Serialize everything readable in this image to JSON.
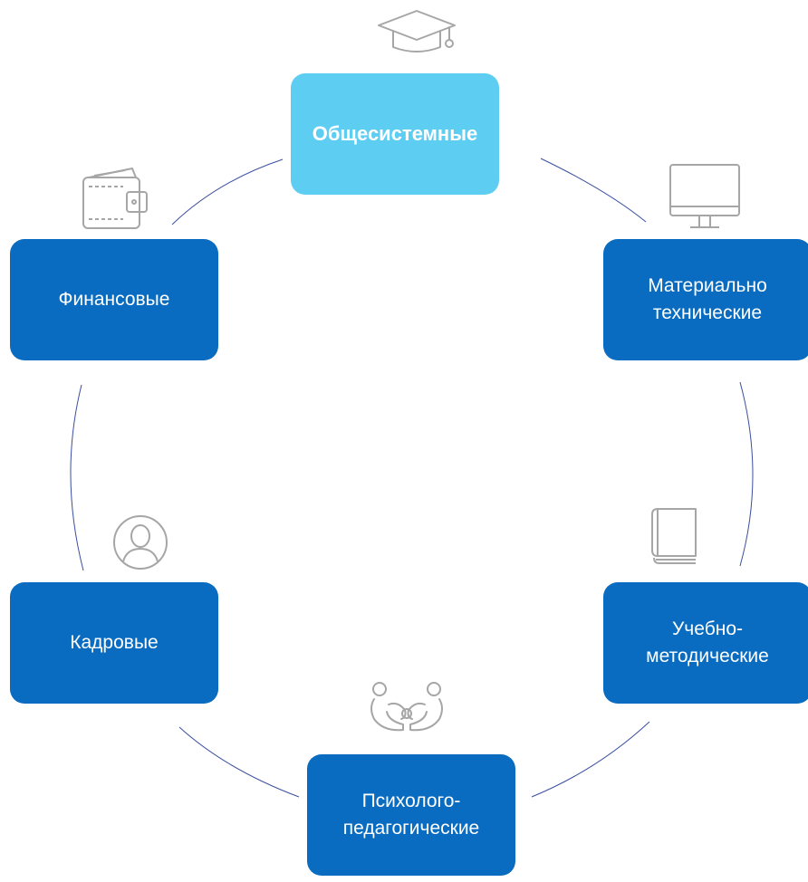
{
  "colors": {
    "node_primary": "#0a6cc0",
    "node_accent": "#5ecdf2",
    "connector": "#3a4fa0",
    "icon_stroke": "#a6a6a6"
  },
  "nodes": {
    "top": {
      "label": "Общесистемные",
      "icon": "graduation-cap-icon"
    },
    "right_upper": {
      "label": "Материально\nтехнические",
      "icon": "monitor-icon"
    },
    "right_lower": {
      "label": "Учебно-\nметодические",
      "icon": "book-icon"
    },
    "bottom": {
      "label": "Психолого-\nпедагогические",
      "icon": "people-hands-icon"
    },
    "left_lower": {
      "label": "Кадровые",
      "icon": "user-circle-icon"
    },
    "left_upper": {
      "label": "Финансовые",
      "icon": "wallet-icon"
    }
  }
}
